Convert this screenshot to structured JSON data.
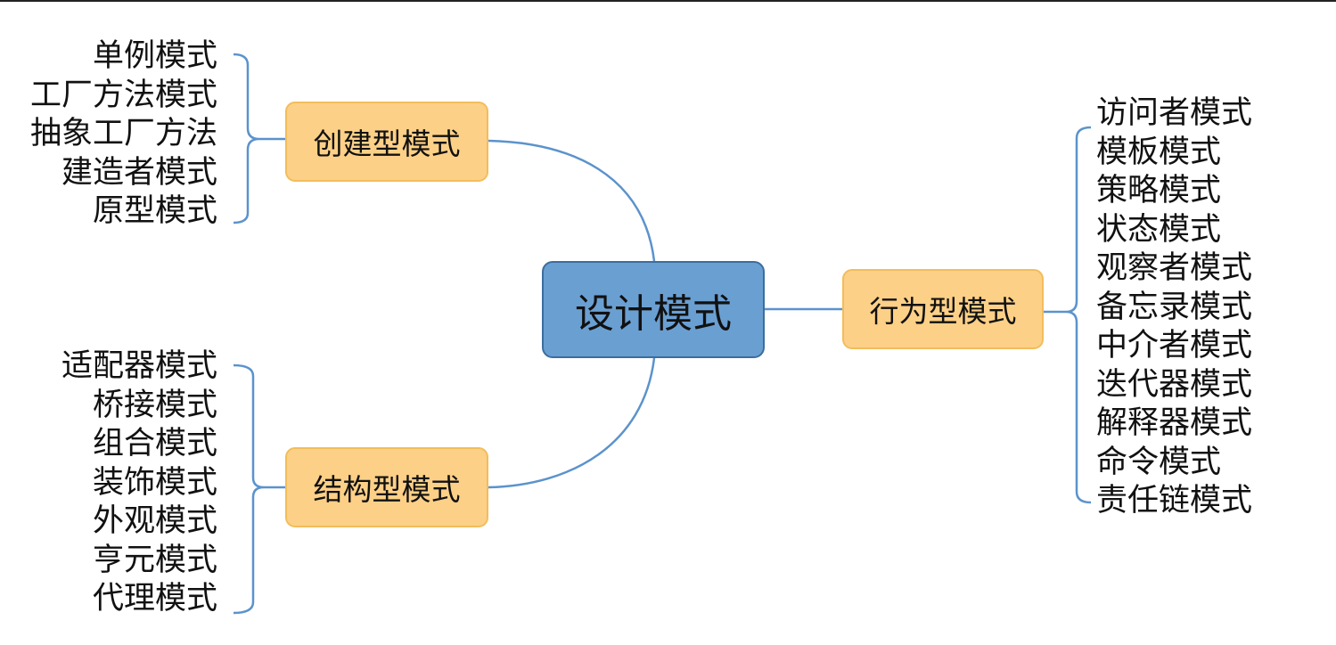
{
  "center": {
    "label": "设计模式"
  },
  "branches": {
    "creational": {
      "label": "创建型模式",
      "items": [
        "单例模式",
        "工厂方法模式",
        "抽象工厂方法",
        "建造者模式",
        "原型模式"
      ]
    },
    "structural": {
      "label": "结构型模式",
      "items": [
        "适配器模式",
        "桥接模式",
        "组合模式",
        "装饰模式",
        "外观模式",
        "亨元模式",
        "代理模式"
      ]
    },
    "behavioral": {
      "label": "行为型模式",
      "items": [
        "访问者模式",
        "模板模式",
        "策略模式",
        "状态模式",
        "观察者模式",
        "备忘录模式",
        "中介者模式",
        "迭代器模式",
        "解释器模式",
        "命令模式",
        "责任链模式"
      ]
    }
  },
  "colors": {
    "center_fill": "#6a9fd2",
    "center_border": "#3c6e9e",
    "branch_fill": "#fdd087",
    "branch_border": "#f2bd5c",
    "connector": "#5b93cc"
  }
}
